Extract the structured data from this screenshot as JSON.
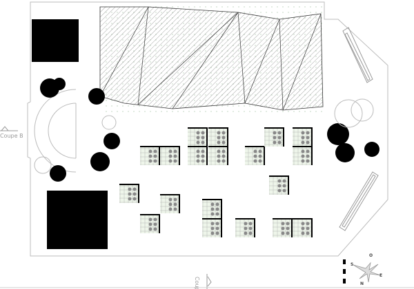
{
  "labels": {
    "section_b": "Coupe B",
    "section_a": "Coupe"
  },
  "compass": {
    "north": "N",
    "east": "E",
    "south": "S",
    "west": "O"
  },
  "colors": {
    "line": "#bbbbbb",
    "solid": "#000000",
    "hatch": "#555555",
    "planter_fill": "#eef5ea"
  }
}
